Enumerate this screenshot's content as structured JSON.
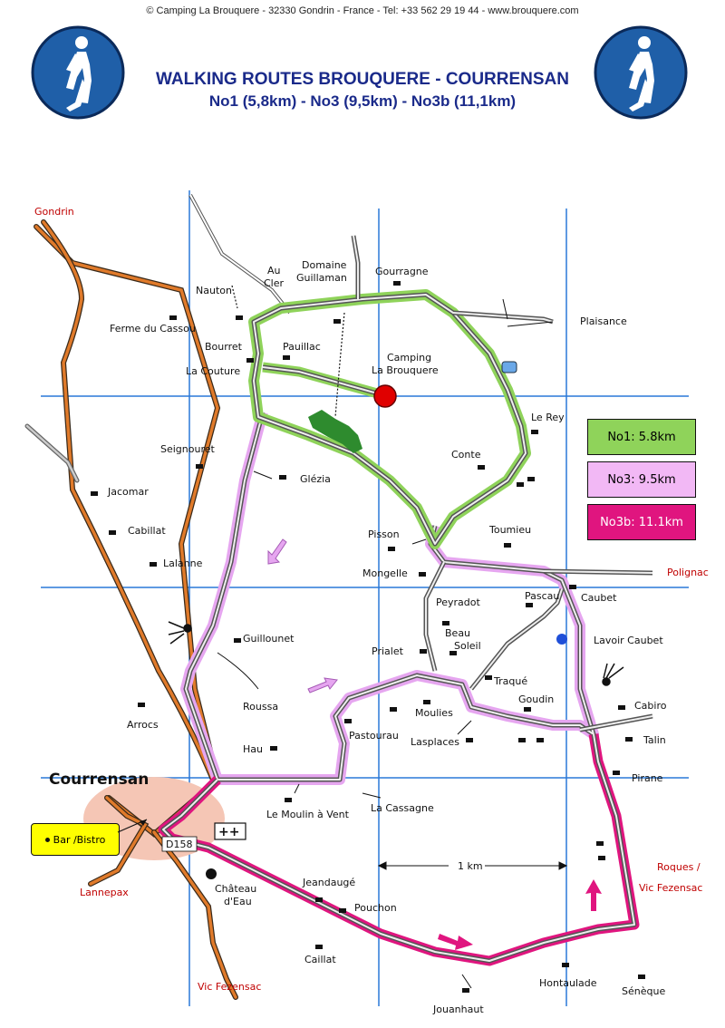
{
  "header": {
    "contact": "© Camping La Brouquere - 32330 Gondrin - France - Tel: +33 562 29 19 44 - www.brouquere.com",
    "title_line1": "WALKING ROUTES BROUQUERE - COURRENSAN",
    "title_line2": "No1 (5,8km) - No3 (9,5km) - No3b (11,1km)"
  },
  "icons": {
    "left_sign": "pedestrian-sign-icon",
    "right_sign": "pedestrian-sign-icon"
  },
  "colors": {
    "route_no1": "#8fd35a",
    "route_no3": "#e6a6f0",
    "route_no3b": "#e0157f",
    "main_road": "#e07a2a",
    "grid": "#2a78d8",
    "sign_blue": "#1f5fa8",
    "camping_marker": "#e00000",
    "bar_marker": "#ffff00"
  },
  "legend": {
    "no1": "No1: 5.8km",
    "no3": "No3: 9.5km",
    "no3b": "No3b: 11.1km"
  },
  "scale": {
    "label": "1 km"
  },
  "road": {
    "d158": "D158"
  },
  "bar": {
    "label": "Bar /Bistro"
  },
  "places": {
    "gondrin": "Gondrin",
    "plaisance": "Plaisance",
    "polignac": "Polignac",
    "lannepax": "Lannepax",
    "vic_fezensac": "Vic Fezensac",
    "roques_1": "Roques /",
    "roques_2": "Vic Fezensac",
    "courrensan": "Courrensan",
    "nauton": "Nauton",
    "au_cler_1": "Au",
    "au_cler_2": "Cler",
    "domaine_1": "Domaine",
    "domaine_2": "Guillaman",
    "gourragne": "Gourragne",
    "ferme": "Ferme du Cassou",
    "bourret": "Bourret",
    "pauillac": "Pauillac",
    "camping_1": "Camping",
    "camping_2": "La Brouquere",
    "la_couture": "La Couture",
    "le_rey": "Le Rey",
    "seignouret": "Seignouret",
    "glezia": "Glézia",
    "conte": "Conte",
    "jacomar": "Jacomar",
    "cabillat": "Cabillat",
    "pisson": "Pisson",
    "toumieu": "Toumieu",
    "lalanne": "Lalanne",
    "mongelle": "Mongelle",
    "caubet": "Caubet",
    "peyradot": "Peyradot",
    "pascau": "Pascau",
    "guillounet": "Guillounet",
    "beau_1": "Beau",
    "beau_2": "Soleil",
    "lavoir": "Lavoir Caubet",
    "prialet": "Prialet",
    "roussa": "Roussa",
    "traque": "Traqué",
    "goudin": "Goudin",
    "cabiro": "Cabiro",
    "arrocs": "Arrocs",
    "moulies": "Moulies",
    "pastourau": "Pastourau",
    "lasplaces": "Lasplaces",
    "talin": "Talin",
    "hau": "Hau",
    "pirane": "Pirane",
    "moulin": "Le Moulin à Vent",
    "cassagne": "La Cassagne",
    "chateau_1": "Château",
    "chateau_2": "d'Eau",
    "jeandauge": "Jeandaugé",
    "pouchon": "Pouchon",
    "caillat": "Caillat",
    "hontaulade": "Hontaulade",
    "seneque": "Sénèque",
    "jouanhaut": "Jouanhaut"
  }
}
